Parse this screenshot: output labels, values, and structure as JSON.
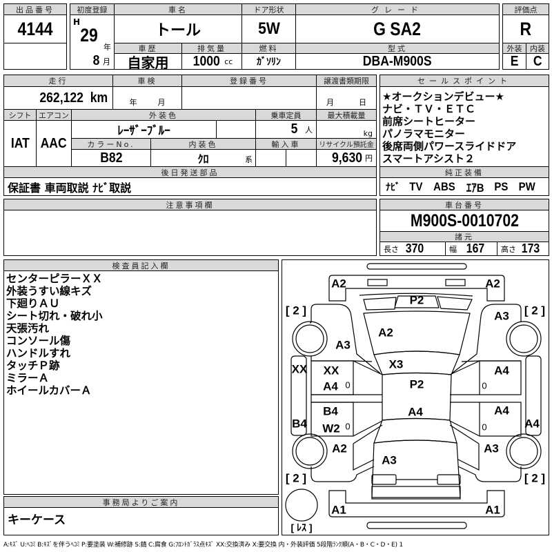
{
  "lot": {
    "label": "出品番号",
    "value": "4144"
  },
  "first_reg": {
    "label": "初度登録",
    "era": "H",
    "year": "29",
    "year_unit": "年",
    "month": "8",
    "month_unit": "月"
  },
  "car_name": {
    "label": "車名",
    "value": "トール"
  },
  "door": {
    "label": "ドア形状",
    "value": "5W"
  },
  "grade": {
    "label": "グレード",
    "value": "G SA2"
  },
  "history": {
    "label": "車歴",
    "value": "自家用"
  },
  "displacement": {
    "label": "排気量",
    "value": "1000",
    "unit": "cc"
  },
  "fuel": {
    "label": "燃料",
    "value": "ｶﾞｿﾘﾝ"
  },
  "model": {
    "label": "型式",
    "value": "DBA-M900S"
  },
  "score": {
    "label": "評価点",
    "value": "R",
    "exterior_label": "外装",
    "interior_label": "内装",
    "exterior": "E",
    "interior": "C"
  },
  "mileage": {
    "label": "走行",
    "value": "262,122",
    "unit": "km"
  },
  "inspection": {
    "label": "車検",
    "year_unit": "年",
    "month_unit": "月"
  },
  "registration": {
    "label": "登録番号"
  },
  "transfer": {
    "label": "譲渡書類期限",
    "month_unit": "月",
    "day_unit": "日"
  },
  "shift": {
    "label": "シフト",
    "value": "IAT"
  },
  "ac": {
    "label": "エアコン",
    "value": "AAC"
  },
  "ext_color": {
    "label": "外装色",
    "value": "ﾚｰｻﾞｰﾌﾞﾙｰ"
  },
  "capacity": {
    "label": "乗車定員",
    "value": "5",
    "unit": "人"
  },
  "max_load": {
    "label": "最大積載量",
    "unit": "kg"
  },
  "color_no": {
    "label": "カラーNo.",
    "value": "B82"
  },
  "int_color": {
    "label": "内装色",
    "value": "ｸﾛ",
    "unit": "系"
  },
  "import_car": {
    "label": "輸入車"
  },
  "recycle": {
    "label": "リサイクル預託金",
    "value": "9,630",
    "unit": "円"
  },
  "later_parts": {
    "label": "後日発送部品",
    "value": "保証書 車両取説 ﾅﾋﾞ取説"
  },
  "sales_points": {
    "label": "セールスポイント",
    "items": [
      "★オークションデビュー★",
      "ナビ・ＴＶ・ＥＴＣ",
      "前席シートヒーター",
      "パノラマモニター",
      "後席両側パワースライドドア",
      "スマートアシスト２"
    ]
  },
  "equipment": {
    "label": "純正装備",
    "items": [
      "ﾅﾋﾞ",
      "TV",
      "ABS",
      "ｴｱB",
      "PS",
      "PW"
    ]
  },
  "notes": {
    "label": "注意事項欄"
  },
  "chassis": {
    "label": "車台番号",
    "value": "M900S-0010702"
  },
  "specs": {
    "label": "諸元",
    "length_label": "長さ",
    "length": "370",
    "width_label": "幅",
    "width": "167",
    "height_label": "高さ",
    "height": "173"
  },
  "inspector": {
    "label": "検査員記入欄",
    "lines": [
      "センターピラーＸＸ",
      "外装うすい線キズ",
      "下廻りＡＵ",
      "シート切れ・破れ小",
      "天張汚れ",
      "コンソール傷",
      "ハンドルすれ",
      "タッチＰ跡",
      "ミラーＡ",
      "ホイールカバーＡ"
    ]
  },
  "office": {
    "label": "事務局よりご案内",
    "value": "キーケース"
  },
  "diagram": {
    "front_bumper_left": "A2",
    "front_bumper_right": "A2",
    "windshield": "P2",
    "tire_fl": "[ 2 ]",
    "tire_fr": "[ 2 ]",
    "tire_rl": "[ 2 ]",
    "tire_rr": "[ 2 ]",
    "spare": "[ ﾚｽ ]",
    "fender_fr": "A3",
    "hood": "A2",
    "fender_fl": "A3",
    "pillar": "X3",
    "sill_left": "XX",
    "door_fl_1": "XX",
    "door_fl_2": "A4",
    "door_fl_glass": "0",
    "roof_1": "P2",
    "roof_2": "A4",
    "door_fr": "A4",
    "door_fr_glass": "0",
    "door_rl_1": "B4",
    "door_rl_2": "W2",
    "door_rl_glass": "0",
    "sill_left_2": "B4",
    "door_rr": "A4",
    "door_rr_glass": "0",
    "sill_right": "A4",
    "quarter_rl": "A2",
    "quarter_rr": "A3",
    "back_door": "A3",
    "rear_bumper_left": "A1",
    "rear_bumper_right": "A1"
  },
  "legend": "A:ｷｽﾞ U:ﾍｺﾐ B:ｷｽﾞを伴うﾍｺﾐ P:要塗装 W:補修跡 S:錆 C:腐食 G:ﾌﾛﾝﾄｶﾞﾗｽ点ｷｽﾞ XX:交換済み X:要交換 内・外装評価 5段階ﾗﾝｸ順(A・B・C・D・E) 1"
}
